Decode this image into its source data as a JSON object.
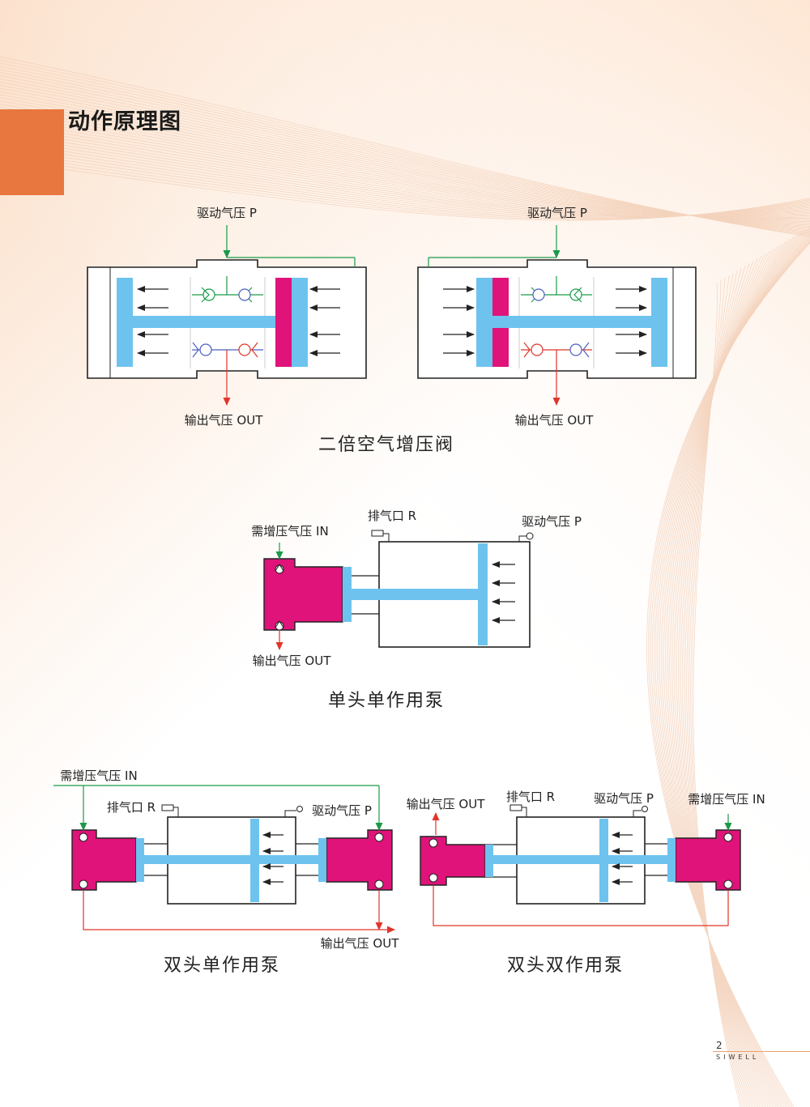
{
  "header": {
    "title": "动作原理图"
  },
  "colors": {
    "accent": "#e8763f",
    "piston": "#6ec3ee",
    "magenta": "#e0137a",
    "green": "#1a9a48",
    "red": "#e0352b",
    "blue": "#4a5fc1",
    "outline": "#222222"
  },
  "booster": {
    "caption": "二倍空气增压阀",
    "left": {
      "drive_label": "驱动气压 P",
      "out_label": "输出气压 OUT"
    },
    "right": {
      "drive_label": "驱动气压 P",
      "out_label": "输出气压 OUT"
    }
  },
  "single_pump": {
    "caption": "单头单作用泵",
    "exhaust_label": "排气口 R",
    "drive_label": "驱动气压 P",
    "in_label": "需增压气压 IN",
    "out_label": "输出气压 OUT"
  },
  "double_single": {
    "caption": "双头单作用泵",
    "in_label": "需增压气压 IN",
    "exhaust_label": "排气口 R",
    "drive_label": "驱动气压 P",
    "out_label": "输出气压 OUT"
  },
  "double_double": {
    "caption": "双头双作用泵",
    "out_label": "输出气压 OUT",
    "exhaust_label": "排气口 R",
    "drive_label": "驱动气压 P",
    "in_label": "需增压气压 IN"
  },
  "footer": {
    "page": "2",
    "brand": "SIWELL"
  }
}
